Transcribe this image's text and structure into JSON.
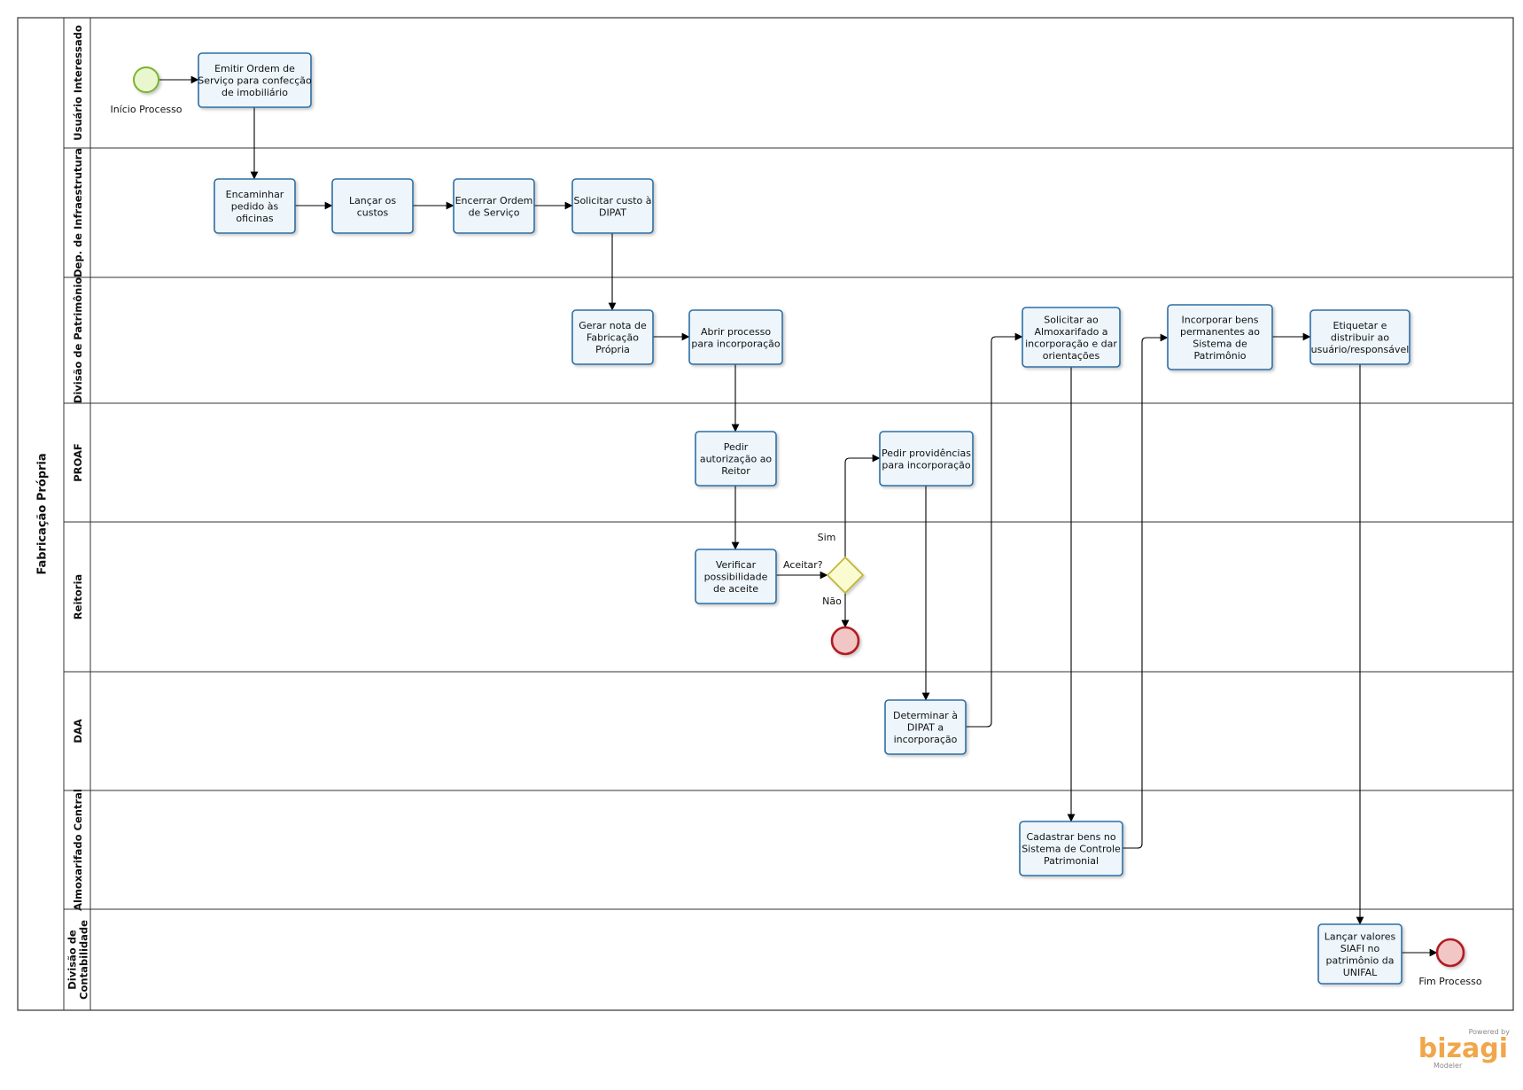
{
  "pool": {
    "title": "Fabricação Própria"
  },
  "lanes": [
    {
      "id": "usuario",
      "lines": [
        "Usuário Interessado"
      ]
    },
    {
      "id": "infra",
      "lines": [
        "Dep. de Infraestrutura"
      ]
    },
    {
      "id": "patrimonio",
      "lines": [
        "Divisão de Patrimônio"
      ]
    },
    {
      "id": "proaf",
      "lines": [
        "PROAF"
      ]
    },
    {
      "id": "reitoria",
      "lines": [
        "Reitoria"
      ]
    },
    {
      "id": "daa",
      "lines": [
        "DAA"
      ]
    },
    {
      "id": "almox",
      "lines": [
        "Almoxarifado Central"
      ]
    },
    {
      "id": "contab",
      "lines": [
        "Divisão de",
        "Contabilidade"
      ]
    }
  ],
  "tasks": [
    {
      "id": "emitir",
      "lines": [
        "Emitir Ordem de",
        "Serviço para confecção",
        "de imobiliário"
      ]
    },
    {
      "id": "encaminhar",
      "lines": [
        "Encaminhar",
        "pedido às",
        "oficinas"
      ]
    },
    {
      "id": "lancar_custos",
      "lines": [
        "Lançar os",
        "custos"
      ]
    },
    {
      "id": "encerrar",
      "lines": [
        "Encerrar Ordem",
        "de Serviço"
      ]
    },
    {
      "id": "solicitar_custo",
      "lines": [
        "Solicitar custo à",
        "DIPAT"
      ]
    },
    {
      "id": "gerar_nota",
      "lines": [
        "Gerar nota de",
        "Fabricação",
        "Própria"
      ]
    },
    {
      "id": "abrir_processo",
      "lines": [
        "Abrir processo",
        "para incorporação"
      ]
    },
    {
      "id": "pedir_autorizacao",
      "lines": [
        "Pedir",
        "autorização ao",
        "Reitor"
      ]
    },
    {
      "id": "verificar",
      "lines": [
        "Verificar",
        "possibilidade",
        "de aceite"
      ]
    },
    {
      "id": "pedir_providencias",
      "lines": [
        "Pedir providências",
        "para incorporação"
      ]
    },
    {
      "id": "determinar",
      "lines": [
        "Determinar à",
        "DIPAT a",
        "incorporação"
      ]
    },
    {
      "id": "solicitar_almox",
      "lines": [
        "Solicitar ao",
        "Almoxarifado a",
        "incorporação e dar",
        "orientações"
      ]
    },
    {
      "id": "cadastrar",
      "lines": [
        "Cadastrar bens no",
        "Sistema de Controle",
        "Patrimonial"
      ]
    },
    {
      "id": "incorporar",
      "lines": [
        "Incorporar bens",
        "permanentes ao",
        "Sistema de",
        "Patrimônio"
      ]
    },
    {
      "id": "etiquetar",
      "lines": [
        "Etiquetar e",
        "distribuir ao",
        "usuário/responsável"
      ]
    },
    {
      "id": "lancar_siafi",
      "lines": [
        "Lançar valores",
        "SIAFI no",
        "patrimônio da",
        "UNIFAL"
      ]
    }
  ],
  "events": {
    "start": {
      "label": "Início Processo"
    },
    "end": {
      "label": "Fim Processo"
    }
  },
  "gateway": {
    "question": "Aceitar?",
    "yes": "Sim",
    "no": "Não"
  },
  "branding": {
    "powered_by": "Powered by",
    "name": "bizagi",
    "product": "Modeler"
  },
  "colors": {
    "task_fill": "#eef6fc",
    "task_stroke": "#2d6ea3",
    "start_fill": "#e9f7cf",
    "start_stroke": "#7ab32e",
    "end_fill": "#f3c6c6",
    "end_stroke": "#b11f24",
    "gateway_fill": "#fbfbd2",
    "gateway_stroke": "#bdb52c",
    "brand": "#f0a64a"
  }
}
